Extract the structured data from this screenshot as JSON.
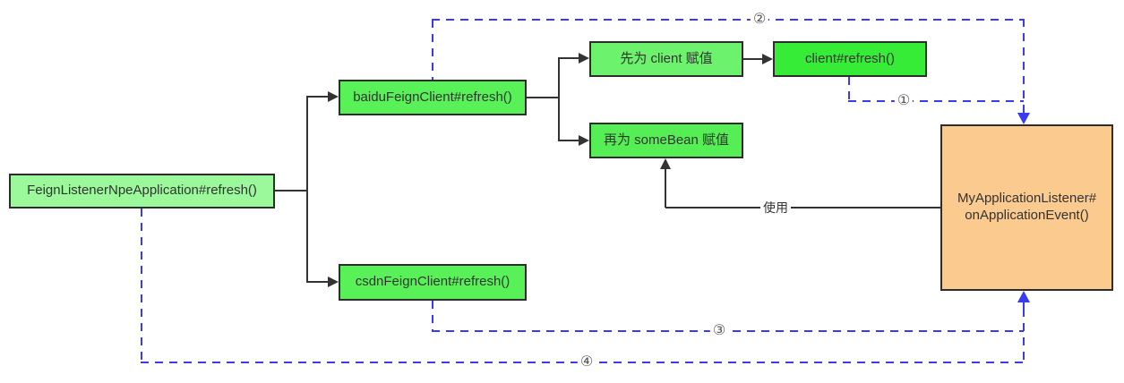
{
  "diagram": {
    "nodes": {
      "feign_listener": {
        "label": "FeignListenerNpeApplication#refresh()"
      },
      "baidu_client": {
        "label": "baiduFeignClient#refresh()"
      },
      "csdn_client": {
        "label": "csdnFeignClient#refresh()"
      },
      "assign_client": {
        "label": "先为 client 赋值"
      },
      "client_refresh": {
        "label": "client#refresh()"
      },
      "assign_somebean": {
        "label": "再为 someBean 赋值"
      },
      "my_application_listener": {
        "lines": [
          "MyApplicationListener#",
          "onApplicationEvent()"
        ]
      }
    },
    "edge_labels": {
      "use": "使用",
      "step_1": "①",
      "step_2": "②",
      "step_3": "③",
      "step_4": "④"
    },
    "colors": {
      "pale_green": "#9BF89B",
      "green": "#58F158",
      "medium_green": "#6CF26C",
      "somebean_green": "#55EE55",
      "bright_green": "#37EC37",
      "orange": "#FACA8E",
      "line_black": "#333333",
      "line_blue": "#3A3AF0"
    }
  }
}
